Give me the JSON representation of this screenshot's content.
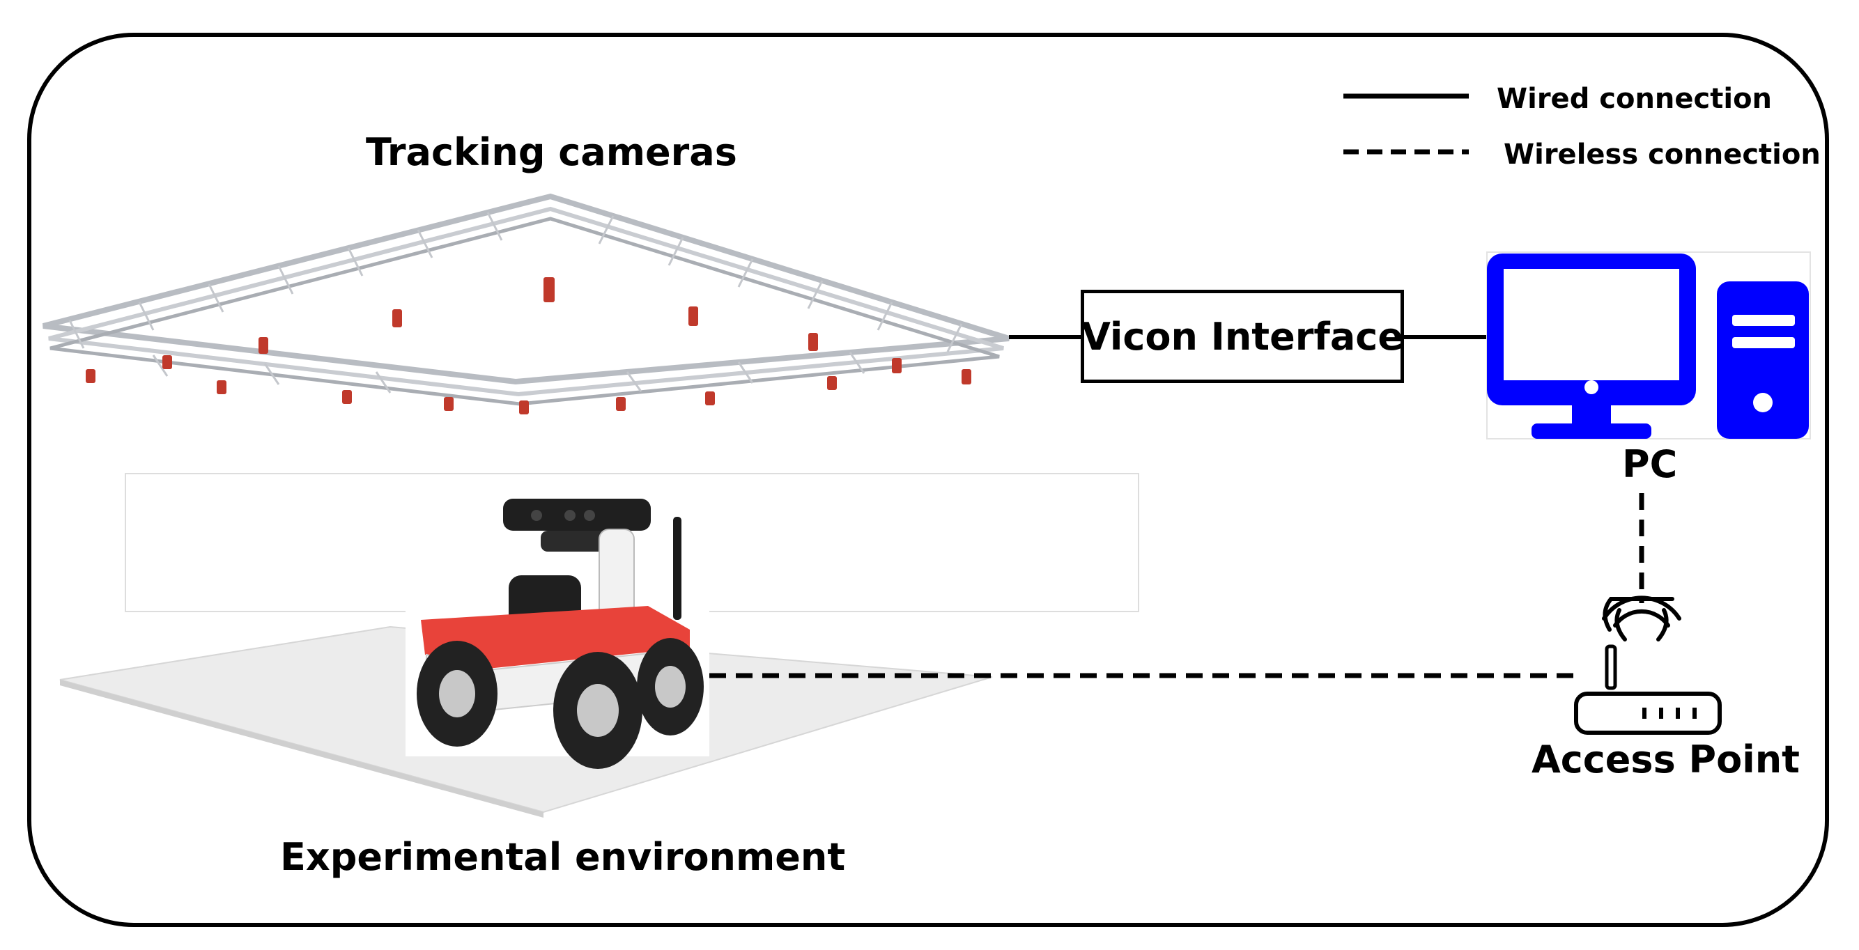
{
  "labels": {
    "tracking_cameras": "Tracking cameras",
    "vicon_interface": "Vicon Interface",
    "pc": "PC",
    "access_point": "Access Point",
    "experimental_environment": "Experimental environment"
  },
  "legend": {
    "wired": "Wired connection",
    "wireless": "Wireless connection"
  },
  "colors": {
    "pc_blue": "#0000ff",
    "robot_red": "#e8433a",
    "camera_red": "#c0392b",
    "truss_gray": "#b8bcc2",
    "floor_gray": "#ececec",
    "line_black": "#000000"
  },
  "icons": [
    "monitor-icon",
    "computer-tower-icon",
    "router-icon",
    "wifi-signal-icon",
    "robot-icon",
    "camera-icon"
  ]
}
